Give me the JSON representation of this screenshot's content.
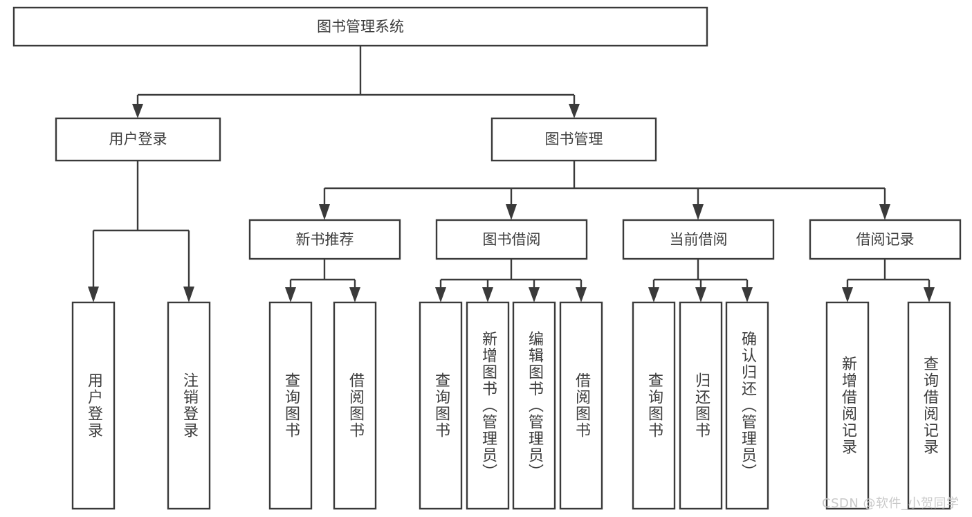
{
  "diagram": {
    "title": "图书管理系统",
    "watermark": "CSDN @软件_小贺同学",
    "root": {
      "id": "root",
      "label": "图书管理系统"
    },
    "level1": [
      {
        "id": "user-login",
        "label": "用户登录"
      },
      {
        "id": "book-management",
        "label": "图书管理"
      }
    ],
    "level2": [
      {
        "id": "new-book-recommend",
        "label": "新书推荐",
        "parent": "book-management"
      },
      {
        "id": "book-borrow",
        "label": "图书借阅",
        "parent": "book-management"
      },
      {
        "id": "current-borrow",
        "label": "当前借阅",
        "parent": "book-management"
      },
      {
        "id": "borrow-record",
        "label": "借阅记录",
        "parent": "book-management"
      }
    ],
    "leaves": [
      {
        "id": "leaf-user-login",
        "label": "用户登录",
        "parent": "user-login"
      },
      {
        "id": "leaf-logout-login",
        "label": "注销登录",
        "parent": "user-login"
      },
      {
        "id": "leaf-query-book-1",
        "label": "查询图书",
        "parent": "new-book-recommend"
      },
      {
        "id": "leaf-borrow-book-1",
        "label": "借阅图书",
        "parent": "new-book-recommend"
      },
      {
        "id": "leaf-query-book-2",
        "label": "查询图书",
        "parent": "book-borrow"
      },
      {
        "id": "leaf-add-book",
        "label": "新增图书（管理员）",
        "parent": "book-borrow"
      },
      {
        "id": "leaf-edit-book",
        "label": "编辑图书（管理员）",
        "parent": "book-borrow"
      },
      {
        "id": "leaf-borrow-book-2",
        "label": "借阅图书",
        "parent": "book-borrow"
      },
      {
        "id": "leaf-query-book-3",
        "label": "查询图书",
        "parent": "current-borrow"
      },
      {
        "id": "leaf-return-book",
        "label": "归还图书",
        "parent": "current-borrow"
      },
      {
        "id": "leaf-confirm-return",
        "label": "确认归还（管理员）",
        "parent": "current-borrow"
      },
      {
        "id": "leaf-add-record",
        "label": "新增借阅记录",
        "parent": "borrow-record"
      },
      {
        "id": "leaf-query-record",
        "label": "查询借阅记录",
        "parent": "borrow-record"
      }
    ],
    "colors": {
      "stroke": "#3a3a3a",
      "text": "#3d3d3d",
      "background": "#ffffff",
      "watermark": "#c9c9c9"
    }
  }
}
